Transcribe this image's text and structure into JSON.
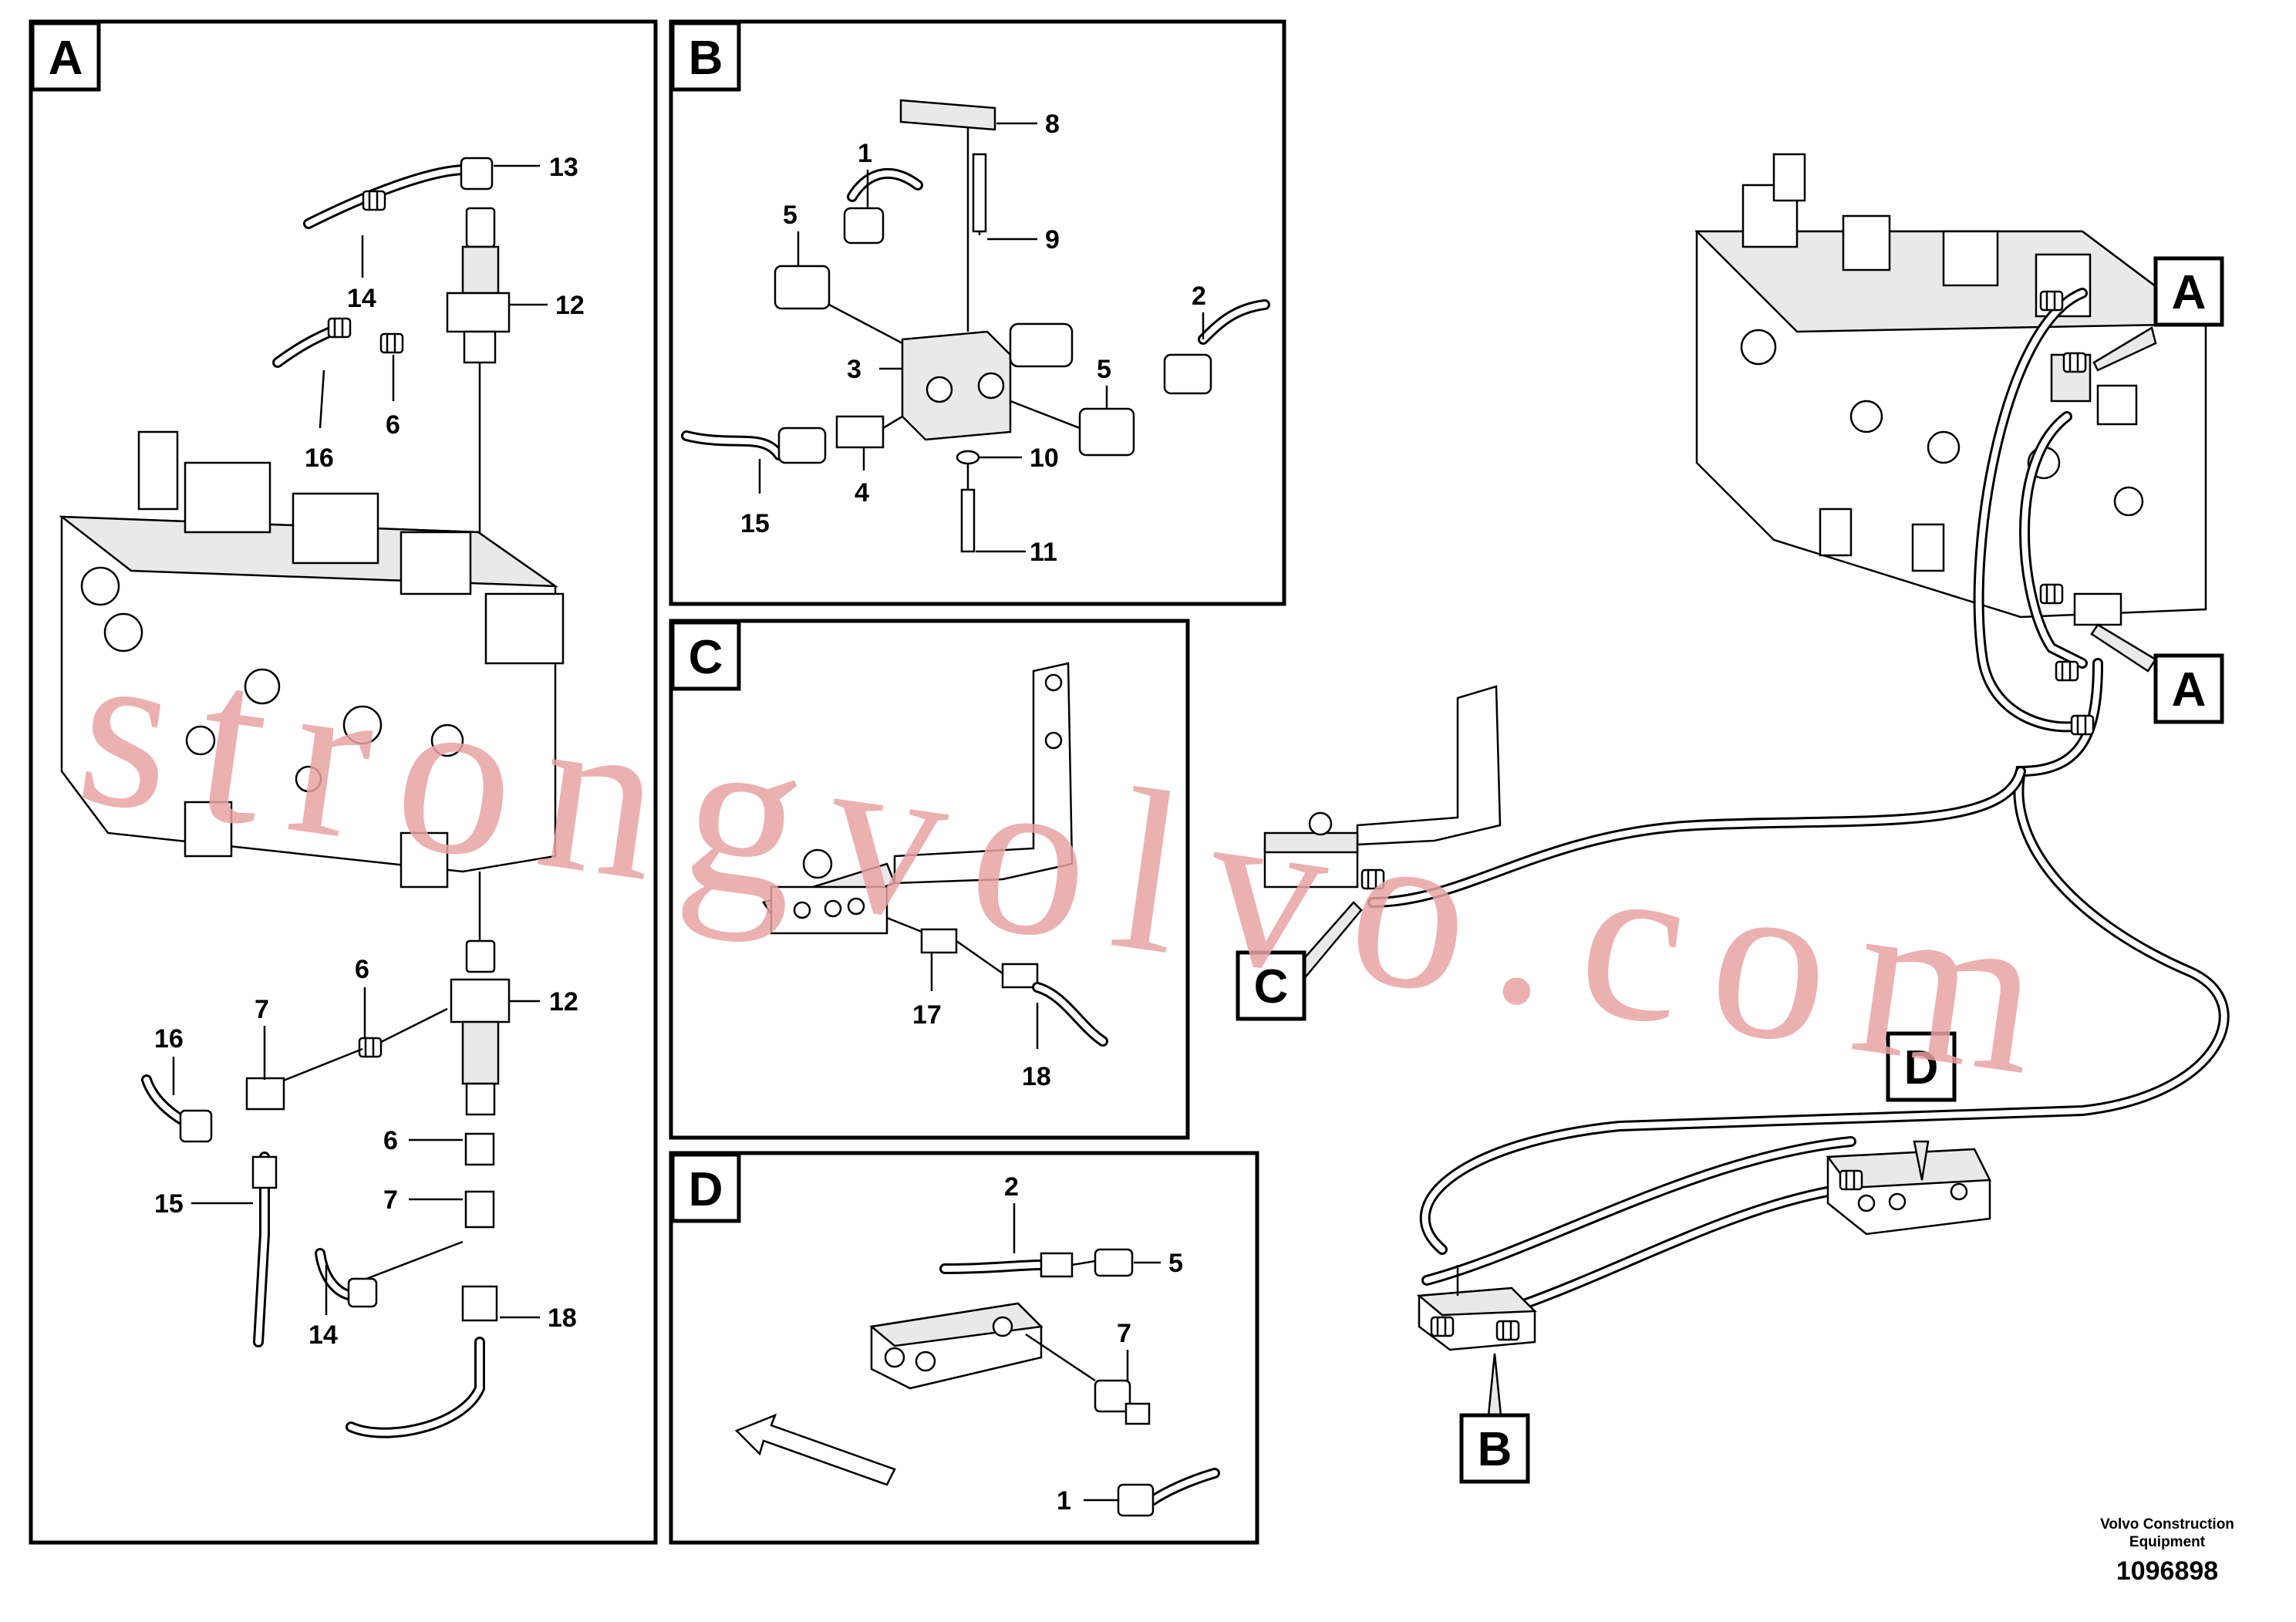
{
  "panels": {
    "a": {
      "label": "A",
      "callouts": [
        "13",
        "14",
        "12",
        "16",
        "6",
        "16",
        "7",
        "6",
        "12",
        "15",
        "6",
        "7",
        "14",
        "18"
      ]
    },
    "b": {
      "label": "B",
      "callouts": [
        "8",
        "1",
        "9",
        "5",
        "2",
        "3",
        "5",
        "4",
        "10",
        "15",
        "11"
      ]
    },
    "c": {
      "label": "C",
      "callouts": [
        "17",
        "18"
      ]
    },
    "d": {
      "label": "D",
      "callouts": [
        "2",
        "5",
        "7",
        "1"
      ]
    }
  },
  "overview": {
    "labels": [
      "A",
      "A",
      "C",
      "D",
      "B"
    ]
  },
  "watermark": "strongvolvo.com",
  "footer": {
    "brand_line1": "Volvo Construction",
    "brand_line2": "Equipment",
    "doc_number": "1096898"
  }
}
